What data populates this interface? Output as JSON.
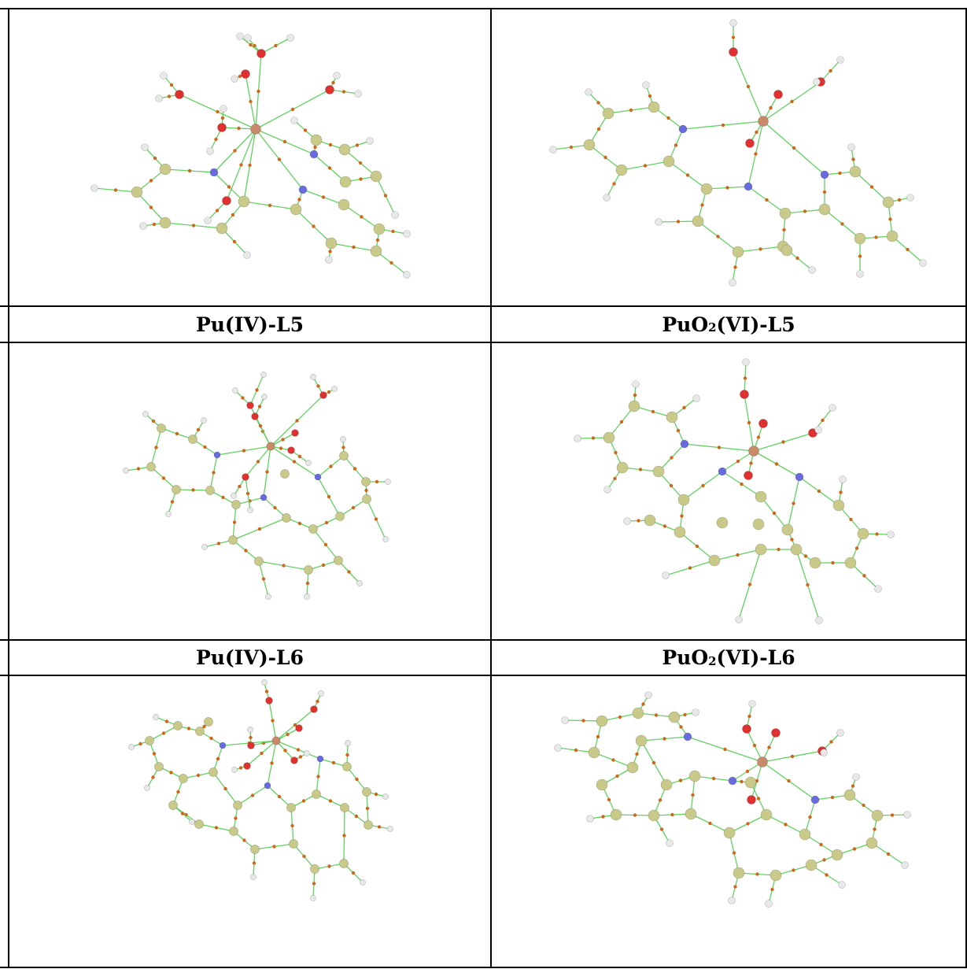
{
  "table": {
    "captions": [
      {
        "left": "Pu(IV)-L5",
        "right_pre": "PuO",
        "right_sub": "2",
        "right_post": "(VI)-L5"
      },
      {
        "left": "Pu(IV)-L6",
        "right_pre": "PuO",
        "right_sub": "2",
        "right_post": "(VI)-L6"
      }
    ]
  },
  "colors": {
    "bond": "#5fd35f",
    "carbon": "#c9c98a",
    "hydrogen": "#e8e8e8",
    "oxygen": "#e03030",
    "nitrogen": "#6a6ae0",
    "metal": "#c88a6a",
    "critical_point": "#d0661a"
  }
}
